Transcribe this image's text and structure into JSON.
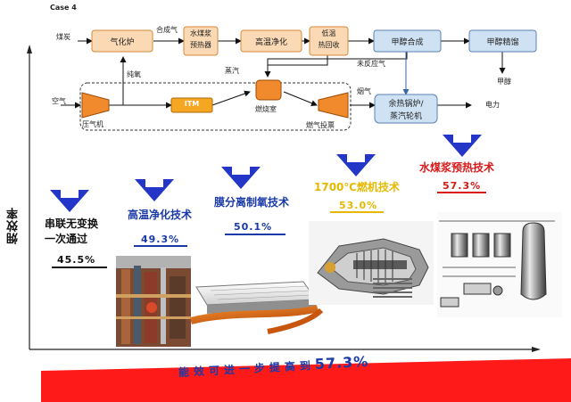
{
  "case_label": "Case 4",
  "y_axis_label": "㶲效率",
  "flow": {
    "inputs": {
      "coal": "煤炭",
      "air": "空气"
    },
    "boxes": {
      "gasifier": "气化炉",
      "water_heater_l1": "水煤浆",
      "water_heater_l2": "预热器",
      "hot_purify": "高温净化",
      "low_temp_l1": "低温",
      "low_temp_l2": "热回收",
      "methanol_syn": "甲醇合成",
      "methanol_refine": "甲醇精馏",
      "itm": "ITM",
      "waste_heat_l1": "余热锅炉/",
      "waste_heat_l2": "蒸汽轮机"
    },
    "labels": {
      "syngas": "合成气",
      "pure_oxygen": "纯氧",
      "steam": "蒸汽",
      "unreacted_gas": "未反应气",
      "flue_gas": "烟气",
      "compressor": "压气机",
      "combustor": "燃烧室",
      "gas_turbine": "燃气投票",
      "methanol_out": "甲醇",
      "power_out": "电力"
    }
  },
  "technologies": [
    {
      "label_l1": "串联无变换",
      "label_l2": "一次通过",
      "value": "45.5%",
      "color": "#111111"
    },
    {
      "label_l1": "高温净化技术",
      "label_l2": "",
      "value": "49.3%",
      "color": "#1a3aa8"
    },
    {
      "label_l1": "膜分离制氧技术",
      "label_l2": "",
      "value": "50.1%",
      "color": "#1a3aa8"
    },
    {
      "label_l1": "1700℃燃机技术",
      "label_l2": "",
      "value": "53.0%",
      "color": "#e6b800"
    },
    {
      "label_l1": "水煤浆预热技术",
      "label_l2": "",
      "value": "57.3%",
      "color": "#d81818"
    }
  ],
  "conclusion": {
    "text": "能效可进一步提高到",
    "value": "57.3%"
  },
  "colors": {
    "box_fill": "#fbd9b4",
    "box_stroke": "#d58a3a",
    "box_blue_fill": "#cfe2f4",
    "box_blue_stroke": "#5b82b3",
    "arrow_blue": "#2436c8",
    "red_band": "#ff1a1a"
  }
}
